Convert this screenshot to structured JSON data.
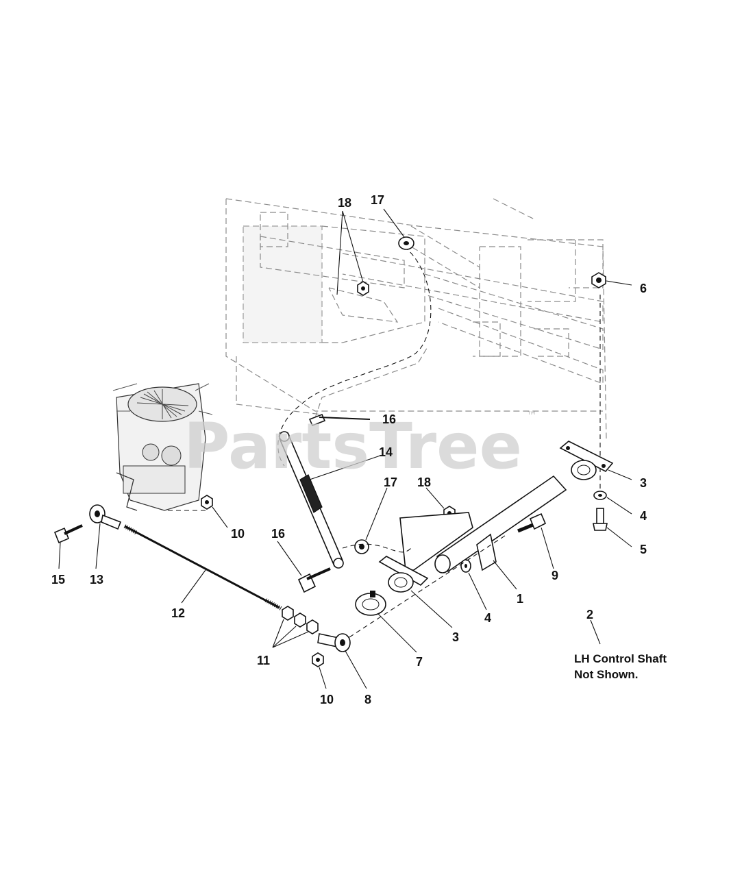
{
  "watermark": {
    "text": "PartsTree",
    "trademark": "™"
  },
  "callouts": [
    {
      "id": "c18-top",
      "label": "18"
    },
    {
      "id": "c17-top",
      "label": "17"
    },
    {
      "id": "c6",
      "label": "6"
    },
    {
      "id": "c16-top",
      "label": "16"
    },
    {
      "id": "c14",
      "label": "14"
    },
    {
      "id": "c3-right",
      "label": "3"
    },
    {
      "id": "c17-mid",
      "label": "17"
    },
    {
      "id": "c18-mid",
      "label": "18"
    },
    {
      "id": "c4-right",
      "label": "4"
    },
    {
      "id": "c10-top",
      "label": "10"
    },
    {
      "id": "c5",
      "label": "5"
    },
    {
      "id": "c16-mid",
      "label": "16"
    },
    {
      "id": "c9",
      "label": "9"
    },
    {
      "id": "c15",
      "label": "15"
    },
    {
      "id": "c13",
      "label": "13"
    },
    {
      "id": "c1",
      "label": "1"
    },
    {
      "id": "c12",
      "label": "12"
    },
    {
      "id": "c2",
      "label": "2"
    },
    {
      "id": "c4-mid",
      "label": "4"
    },
    {
      "id": "c3-mid",
      "label": "3"
    },
    {
      "id": "c11",
      "label": "11"
    },
    {
      "id": "c7",
      "label": "7"
    },
    {
      "id": "c10-bottom",
      "label": "10"
    },
    {
      "id": "c8",
      "label": "8"
    }
  ],
  "note": {
    "line1": "LH Control Shaft",
    "line2": "Not Shown."
  }
}
